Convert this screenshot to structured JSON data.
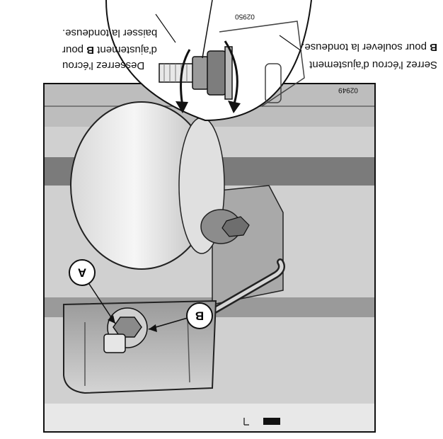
{
  "figure_codes": {
    "main": "02949",
    "inset": "02950"
  },
  "callouts": {
    "a": "A",
    "b_main": "B",
    "b_text": "B"
  },
  "right_text": {
    "line1": "Serrez l'écrou d'ajustement",
    "line2_rest": "pour soulever la tondeuse."
  },
  "left_text": {
    "line1": "Desserrez l'écrou",
    "line2_rest": "d'ajustement",
    "line3": "baisser la tondeuse.",
    "line2_tail": "pour"
  },
  "colors": {
    "line": "#111111",
    "panel_gray": "#c8c8c8",
    "dark_gray": "#5a5a5a",
    "wheel_light": "#f2f2f2"
  }
}
